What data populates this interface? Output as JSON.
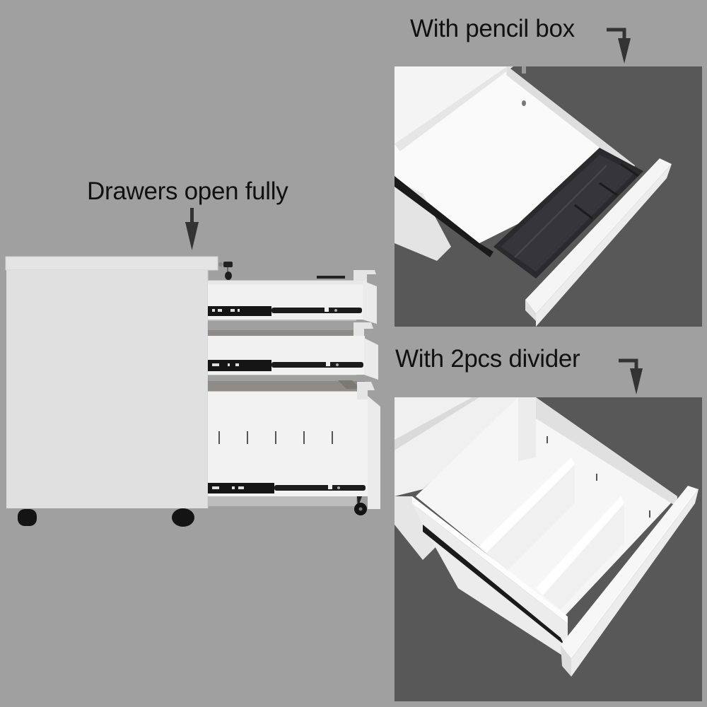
{
  "labels": {
    "drawers_open": "Drawers open fully",
    "pencil_box": "With pencil box",
    "divider": "With 2pcs divider"
  },
  "colors": {
    "background": "#a0a0a0",
    "panel_background": "#595859",
    "cabinet_white": "#e2e2e2",
    "rail_black": "#1a1a1a",
    "arrow": "#333333",
    "text": "#111111"
  },
  "icons": {
    "drawers_arrow": "arrow-down-icon",
    "pencil_arrow": "arrow-bent-down-icon",
    "divider_arrow": "arrow-bent-down-icon"
  }
}
